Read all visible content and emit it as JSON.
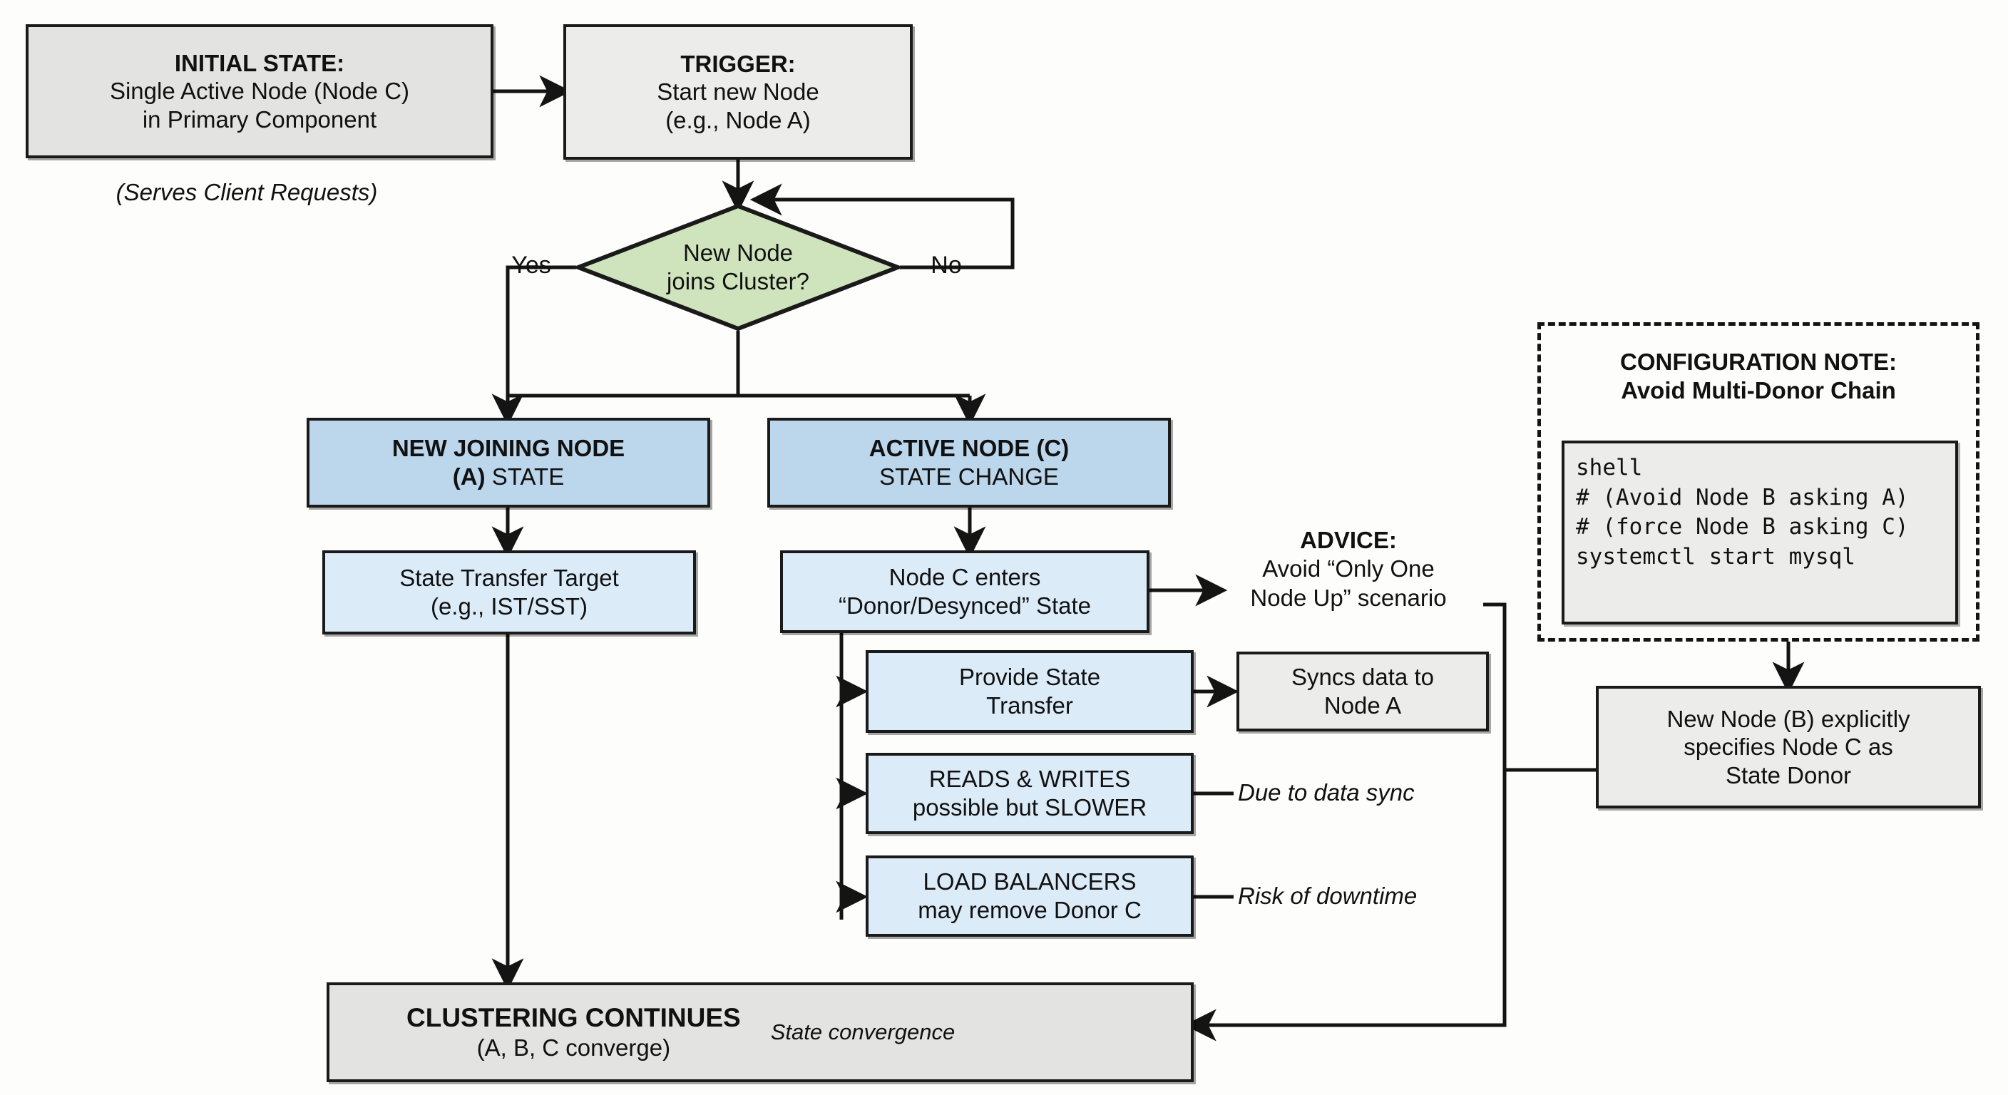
{
  "diagram": {
    "title": "Galera Cluster Node Join / Donor State Flow",
    "colors": {
      "grey_fill": "#e3e3e1",
      "grey_light_fill": "#ececeb",
      "blue_header_fill": "#bcd6ec",
      "blue_light_fill": "#dcebf8",
      "green_decision_fill": "#cfe4bd",
      "stroke": "#1a1a1a",
      "background": "#fdfdfb"
    }
  },
  "nodes": {
    "initial_state": {
      "line1": "INITIAL STATE:",
      "line2": "Single Active Node (Node C)",
      "line3": "in Primary Component"
    },
    "serves_client_requests": "(Serves Client Requests)",
    "trigger": {
      "line1": "TRIGGER:",
      "line2": "Start new Node",
      "line3": "(e.g., Node A)"
    },
    "decision": {
      "line1": "New Node",
      "line2": "joins Cluster?"
    },
    "label_yes": "Yes",
    "label_no": "No",
    "new_joining_node": {
      "line1": "NEW JOINING NODE",
      "line2_bold": "(A)",
      "line2_rest": " STATE"
    },
    "state_transfer_target": {
      "line1": "State Transfer Target",
      "line2": "(e.g., IST/SST)"
    },
    "active_node": {
      "line1": "ACTIVE NODE (C)",
      "line2": "STATE CHANGE"
    },
    "donor_desynced": {
      "line1": "Node C enters",
      "line2": "“Donor/Desynced” State"
    },
    "advice": {
      "line1": "ADVICE:",
      "line2": "Avoid “Only One",
      "line3": "Node Up” scenario"
    },
    "provide_state_transfer": {
      "line1": "Provide State",
      "line2": "Transfer"
    },
    "syncs_data": {
      "line1": "Syncs data to",
      "line2": "Node A"
    },
    "reads_writes": {
      "line1": "READS & WRITES",
      "line2": "possible but SLOWER"
    },
    "note_due_to_data_sync": "Due to data sync",
    "load_balancers": {
      "line1": "LOAD BALANCERS",
      "line2": "may remove Donor C"
    },
    "note_risk_of_downtime": "Risk of downtime",
    "configuration_note": {
      "line1": "CONFIGURATION NOTE:",
      "line2": "Avoid Multi-Donor Chain",
      "code": "shell\n# (Avoid Node B asking A)\n# (force Node B asking C)\nsystemctl start mysql"
    },
    "new_node_b": {
      "line1": "New Node (B) explicitly",
      "line2": "specifies Node C as",
      "line3": "State Donor"
    },
    "clustering_continues": {
      "line1": "CLUSTERING CONTINUES",
      "line2": "(A, B, C converge)",
      "side_note": "State convergence"
    }
  }
}
